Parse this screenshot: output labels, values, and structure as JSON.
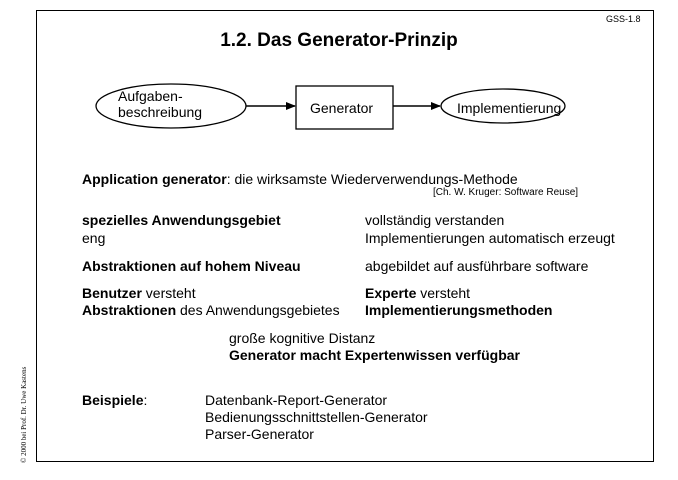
{
  "page_id": "GSS-1.8",
  "title": "1.2. Das Generator-Prinzip",
  "diagram": {
    "input_line1": "Aufgaben-",
    "input_line2": "beschreibung",
    "process": "Generator",
    "output": "Implementierung"
  },
  "intro": {
    "term": "Application generator",
    "rest": ": die wirksamste Wiederverwendungs-Methode",
    "citation": "[Ch. W. Kruger: Software Reuse]"
  },
  "rows": [
    {
      "left_bold": "spezielles Anwendungsgebiet",
      "left_plain": "",
      "right_bold": "",
      "right_plain": "vollständig verstanden"
    },
    {
      "left_bold": "",
      "left_plain": "eng",
      "right_bold": "",
      "right_plain": "Implementierungen automatisch erzeugt"
    },
    {
      "left_bold": "Abstraktionen auf hohem Niveau",
      "left_plain": "",
      "right_bold": "",
      "right_plain": "abgebildet auf ausführbare software"
    },
    {
      "left_bold": "Benutzer",
      "left_plain": " versteht",
      "right_bold": "Experte",
      "right_plain": " versteht"
    },
    {
      "left_bold": "Abstraktionen",
      "left_plain": " des Anwendungsgebietes",
      "right_bold": "Implementierungsmethoden",
      "right_plain": ""
    }
  ],
  "center": {
    "line1": "große kognitive Distanz",
    "line2": "Generator macht Expertenwissen verfügbar"
  },
  "examples": {
    "label": "Beispiele",
    "colon": ":",
    "items": [
      "Datenbank-Report-Generator",
      "Bedienungsschnittstellen-Generator",
      "Parser-Generator"
    ]
  },
  "copyright": "© 2000 bei Prof. Dr. Uwe Kastens"
}
